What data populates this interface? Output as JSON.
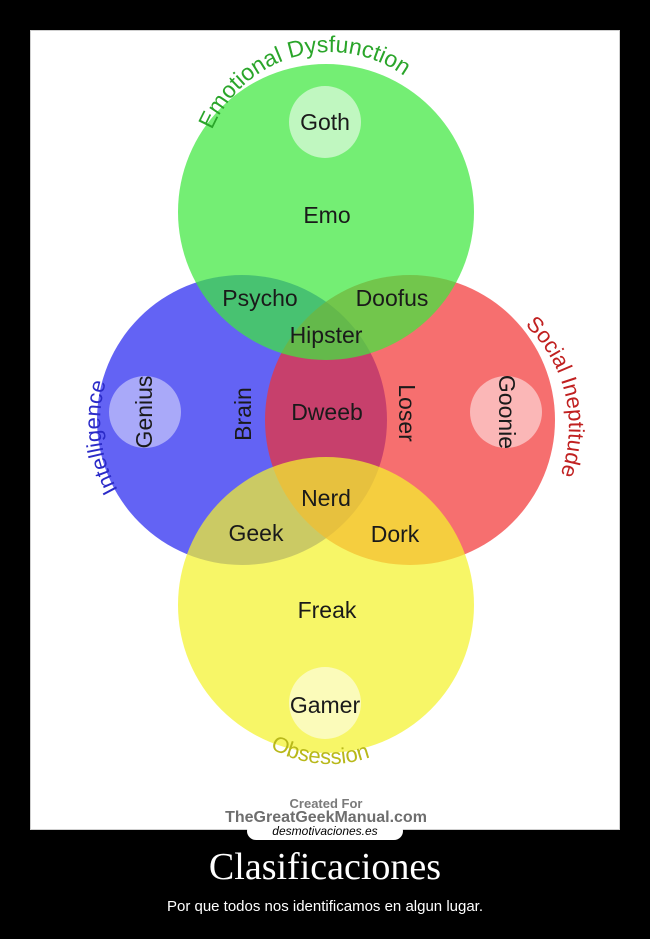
{
  "diagram": {
    "circles": {
      "top": {
        "label": "Emotional Dysfunction",
        "color": "#4cee4c"
      },
      "left": {
        "label": "Intelligence",
        "color": "#4a4af0"
      },
      "right": {
        "label": "Social Ineptitude",
        "color": "#f43a3a"
      },
      "bottom": {
        "label": "Obsession",
        "color": "#f5f540"
      }
    },
    "regions": {
      "goth": "Goth",
      "emo": "Emo",
      "psycho": "Psycho",
      "doofus": "Doofus",
      "hipster": "Hipster",
      "genius": "Genius",
      "brain": "Brain",
      "dweeb": "Dweeb",
      "loser": "Loser",
      "goonie": "Goonie",
      "nerd": "Nerd",
      "geek": "Geek",
      "dork": "Dork",
      "freak": "Freak",
      "gamer": "Gamer"
    },
    "credit": {
      "line1": "Created For",
      "line2": "TheGreatGeekManual.com"
    }
  },
  "watermark": "desmotivaciones.es",
  "caption": {
    "title": "Clasificaciones",
    "subtitle": "Por que todos nos identificamos en algun lugar."
  }
}
